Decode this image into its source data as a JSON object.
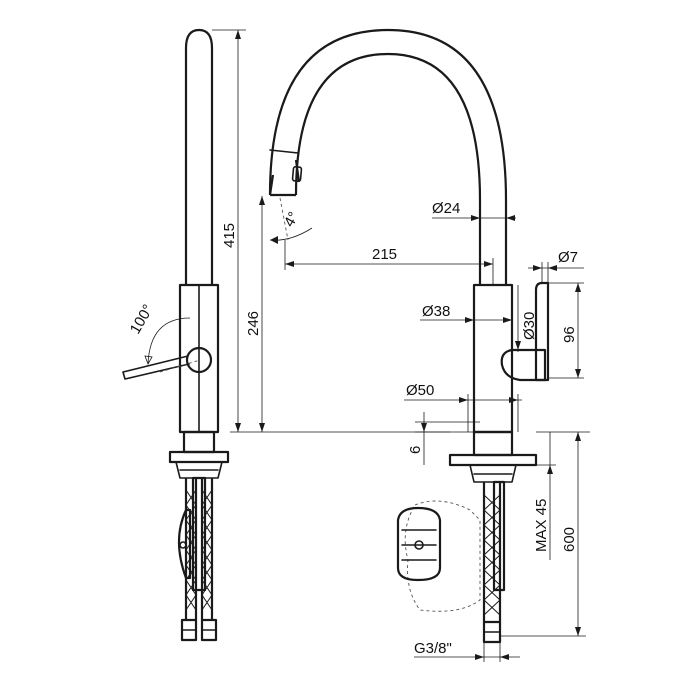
{
  "colors": {
    "line": "#1a1a1a",
    "background": "#ffffff"
  },
  "dimensions": {
    "angle_lever": "100°",
    "angle_spout": "4°",
    "height_total": "415",
    "height_spout": "246",
    "reach": "215",
    "dia_spout": "Ø24",
    "dia_handle": "Ø7",
    "dia_body": "Ø38",
    "dia_lever_hub": "Ø30",
    "lever_height": "96",
    "dia_base": "Ø50",
    "base_thickness": "6",
    "max_deck": "MAX 45",
    "hose_length": "600",
    "thread": "G3/8\""
  }
}
